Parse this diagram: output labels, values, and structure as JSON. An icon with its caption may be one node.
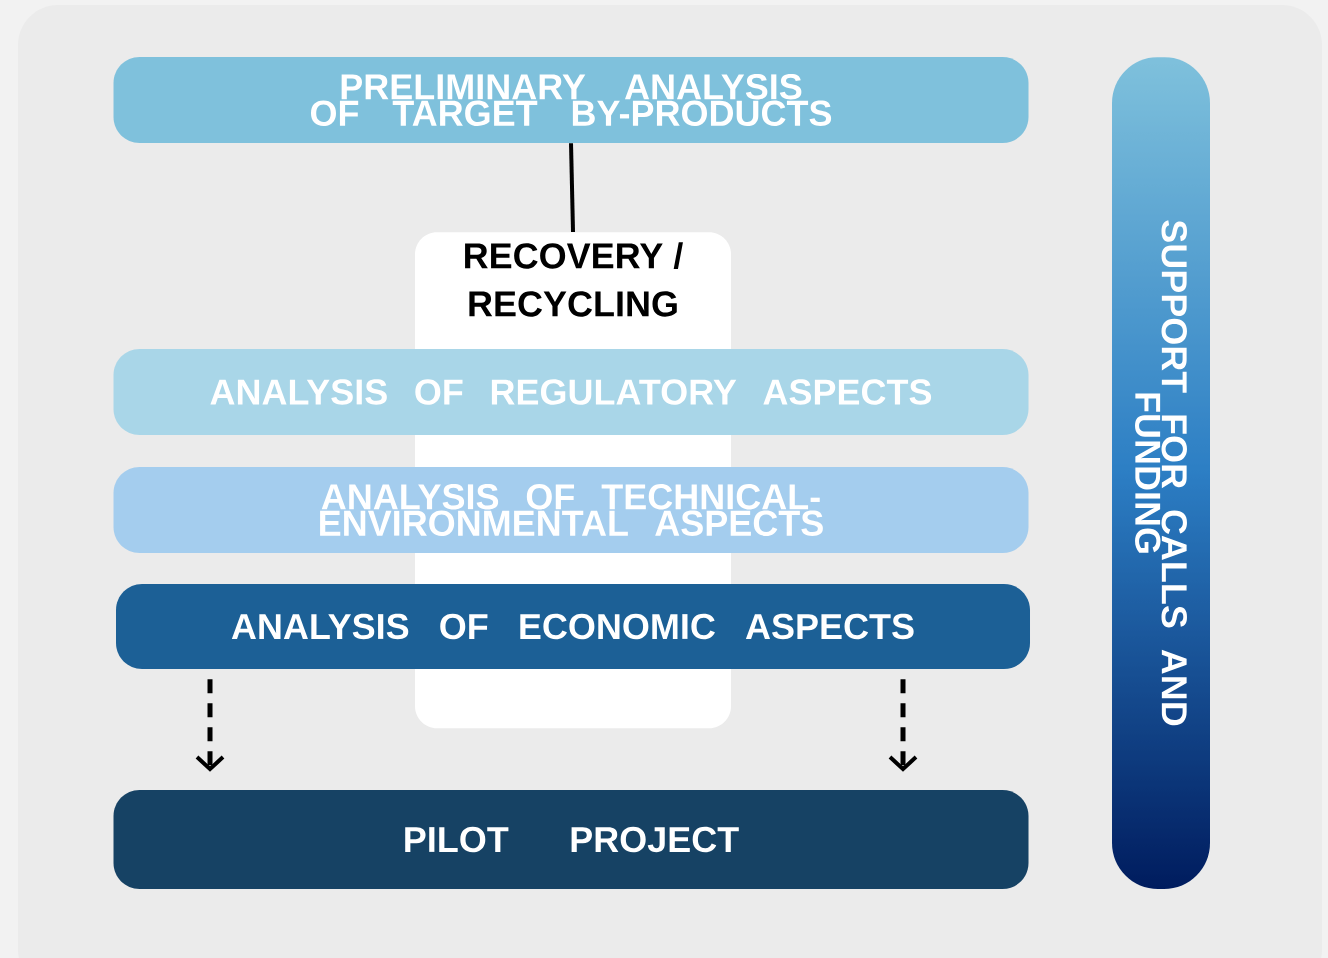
{
  "diagram": {
    "nodes": [
      {
        "text": [
          "PRELIMINARY ANALYSIS OF TARGET BY-PRODUCTS"
        ]
      },
      {
        "text": [
          "RECOVERY / RECYCLING"
        ]
      },
      {
        "text": [
          "ANALYSIS OF REGULATORY ASPECTS"
        ]
      },
      {
        "text": [
          "ANALYSIS OF TECHNICAL-ENVIRONMENTAL ASPECTS"
        ]
      },
      {
        "text": [
          "ANALYSIS OF ECONOMIC ASPECTS"
        ]
      },
      {
        "text": [
          "PILOT PROJECT"
        ]
      },
      {
        "text": [
          "SUPPORT FOR CALLS AND FUNDING"
        ]
      }
    ],
    "edges": [
      {
        "from": 0,
        "to": 1,
        "arrow": "none"
      },
      {
        "from": 4,
        "to": 5,
        "arrow": "to",
        "style": "dashed"
      },
      {
        "from": 4,
        "to": 5,
        "arrow": "to",
        "style": "dashed"
      }
    ]
  }
}
